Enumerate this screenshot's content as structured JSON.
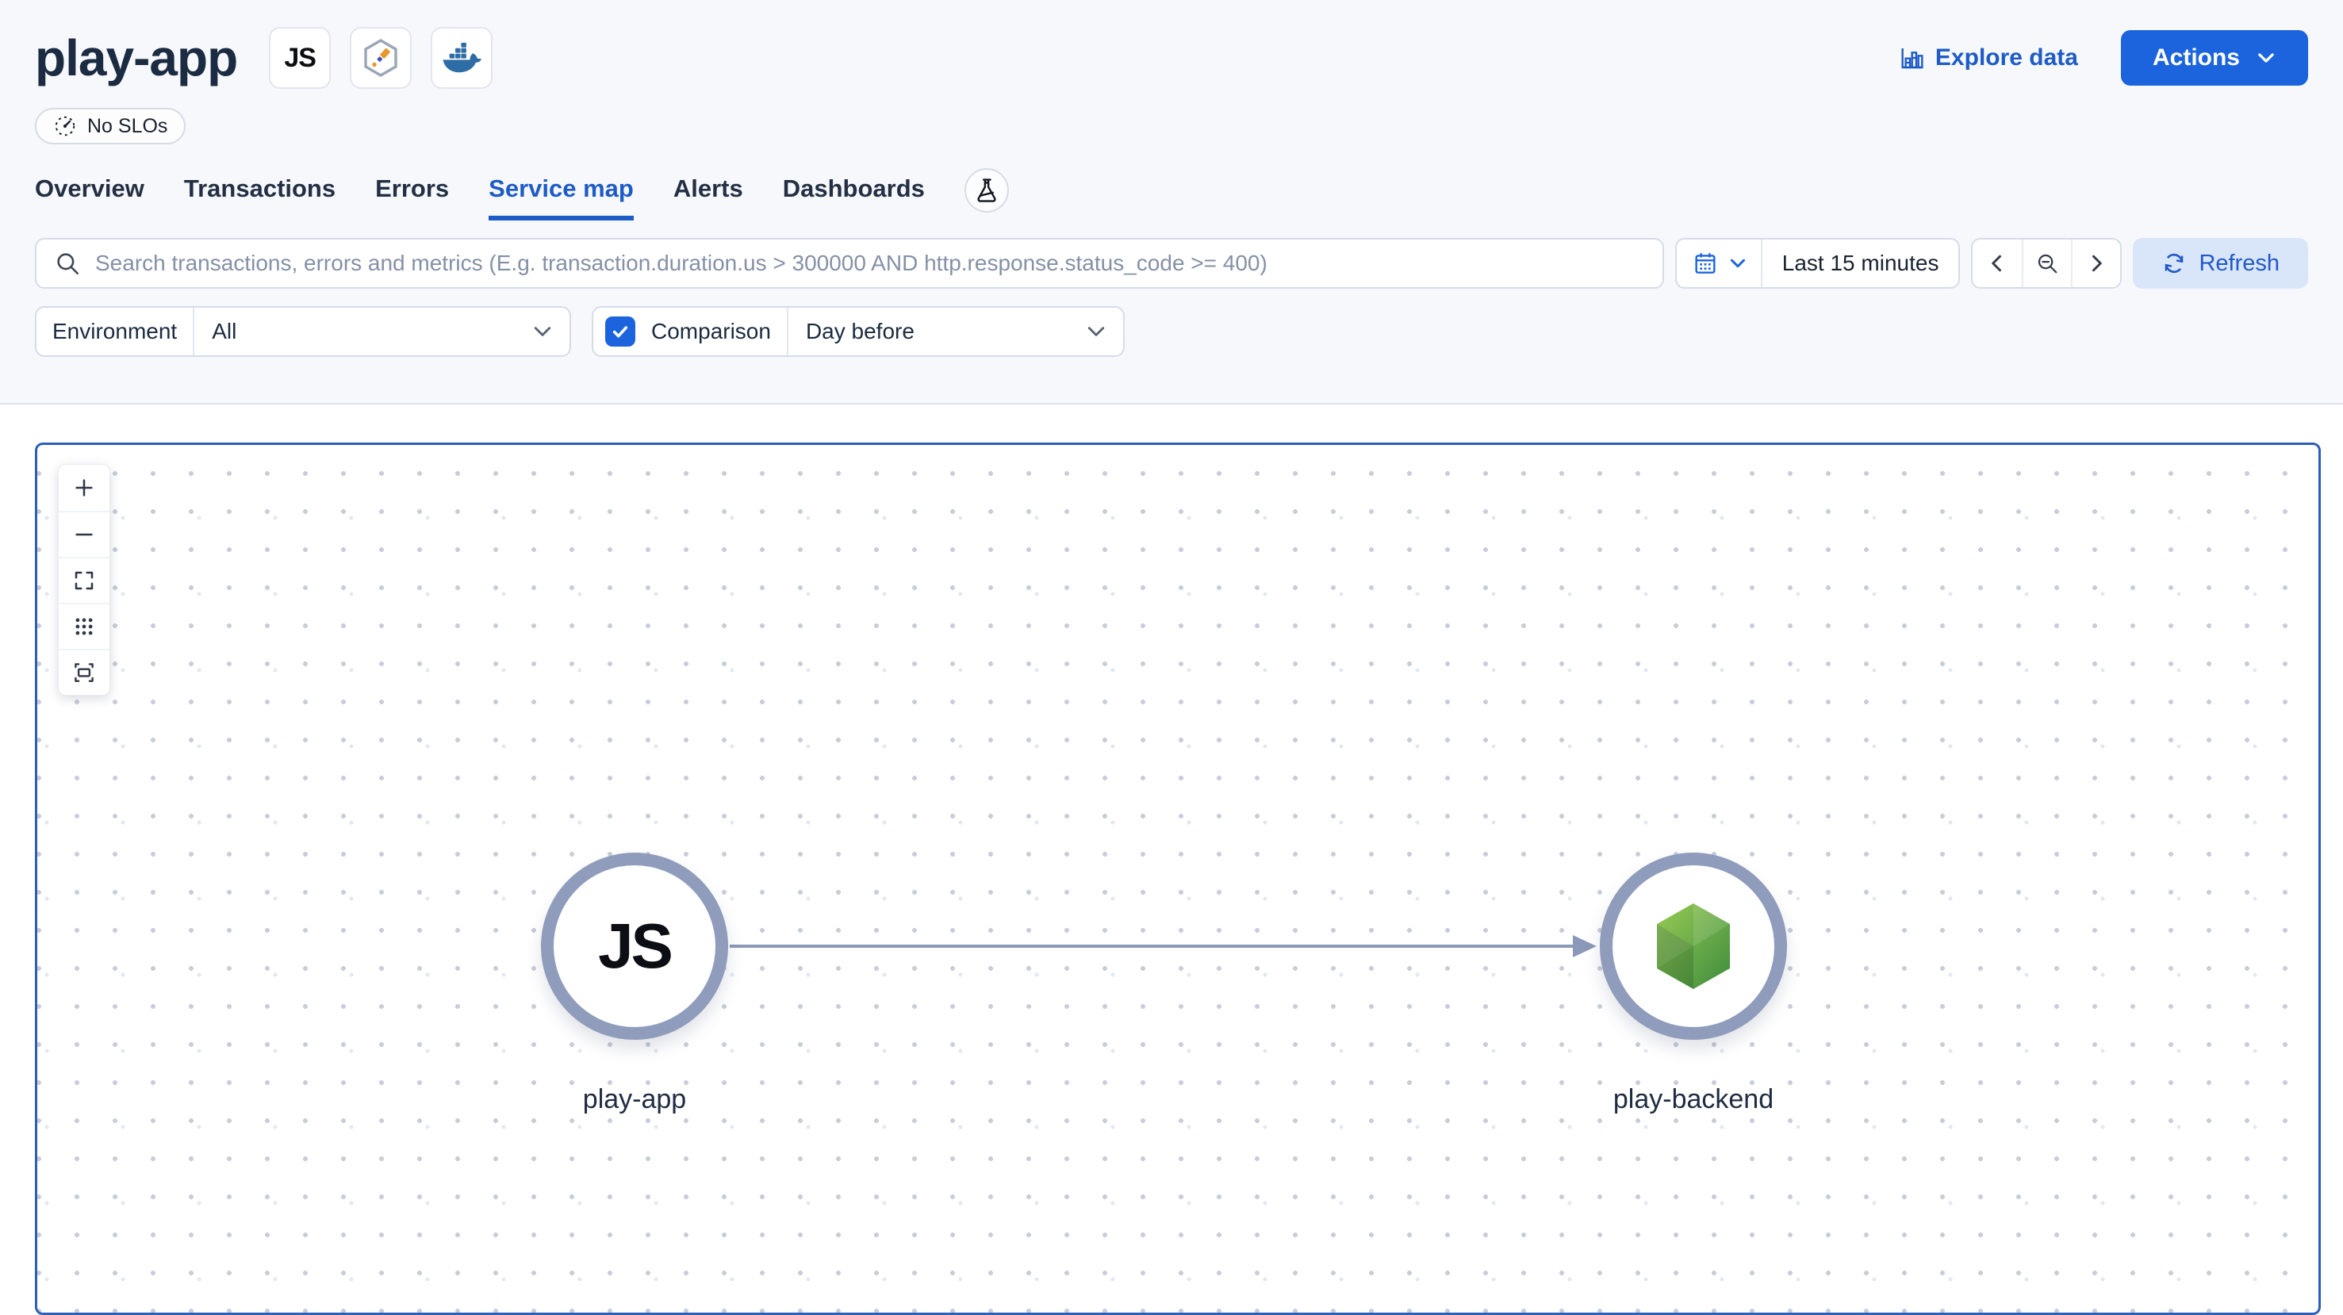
{
  "header": {
    "title": "play-app",
    "agent_badge_label": "JS",
    "icon_badges": [
      {
        "icon": "opentelemetry-icon"
      },
      {
        "icon": "docker-icon"
      }
    ],
    "slo_badge_label": "No SLOs",
    "explore_data_label": "Explore data",
    "actions_button_label": "Actions"
  },
  "tabs": [
    {
      "label": "Overview",
      "active": false
    },
    {
      "label": "Transactions",
      "active": false
    },
    {
      "label": "Errors",
      "active": false
    },
    {
      "label": "Service map",
      "active": true
    },
    {
      "label": "Alerts",
      "active": false
    },
    {
      "label": "Dashboards",
      "active": false
    }
  ],
  "toolbar": {
    "search_placeholder": "Search transactions, errors and metrics (E.g. transaction.duration.us > 300000 AND http.response.status_code >= 400)",
    "time_range": "Last 15 minutes",
    "refresh_label": "Refresh"
  },
  "filters": {
    "environment_label": "Environment",
    "environment_value": "All",
    "comparison_label": "Comparison",
    "comparison_checked": true,
    "comparison_value": "Day before"
  },
  "service_map": {
    "controls": [
      "zoom-in",
      "zoom-out",
      "fullscreen",
      "grid-layout",
      "fit-to-content"
    ],
    "nodes": [
      {
        "id": "play-app",
        "label": "play-app",
        "icon": "javascript-icon",
        "glyph": "JS"
      },
      {
        "id": "play-backend",
        "label": "play-backend",
        "icon": "nodejs-icon"
      }
    ],
    "edges": [
      {
        "source": "play-app",
        "target": "play-backend"
      }
    ]
  },
  "colors": {
    "primary_blue": "#1b64dd",
    "active_tab_blue": "#1d5bc7",
    "refresh_bg": "#d9e6fa",
    "map_border": "#2d5fb8",
    "node_ring": "#8f9cbb",
    "edge": "#8b99b8",
    "nodejs_green_light": "#99cc55",
    "nodejs_green_dark": "#3d8b3d",
    "docker_blue": "#2d6ca4",
    "page_bg": "#f7f8fc"
  }
}
